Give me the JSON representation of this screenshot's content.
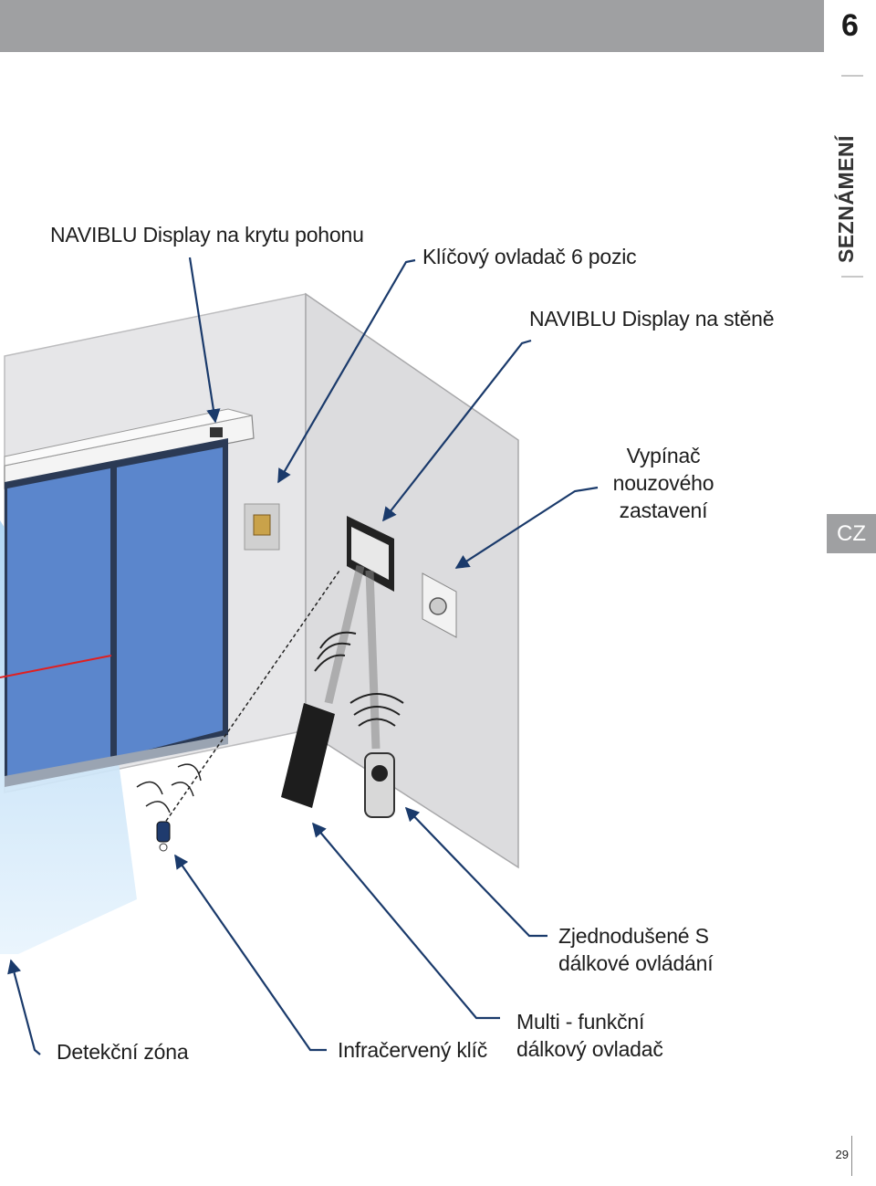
{
  "header": {
    "chapter_number": "6",
    "section_title": "SEZNÁMENÍ"
  },
  "language_tab": "CZ",
  "page_number": "29",
  "callouts": {
    "display_on_drive": "NAVIBLU Display na krytu pohonu",
    "key_switch": "Klíčový ovladač 6 pozic",
    "display_on_wall": "NAVIBLU Display na stěně",
    "emergency_stop": "Vypínač nouzového zastavení",
    "simplified_remote": "Zjednodušené S dálkové ovládání",
    "multi_remote": "Multi - funkční dálkový ovladač",
    "infrared_key": "Infračervený klíč",
    "detection_zone": "Detekční zóna"
  },
  "colors": {
    "header_gray": "#9fa0a2",
    "door_blue": "#5b86cc",
    "arrow_navy": "#1a3a6b",
    "beam_red": "#e02020",
    "zone_blue": "#bfe0f7"
  }
}
